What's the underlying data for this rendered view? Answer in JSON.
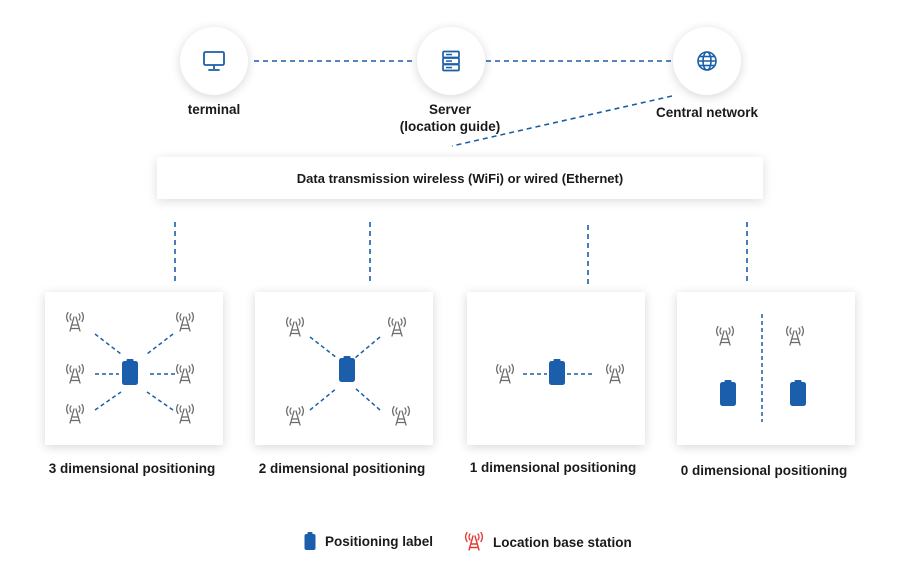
{
  "nodes": {
    "terminal": "terminal",
    "server_line1": "Server",
    "server_line2": "(location guide)",
    "central": "Central network"
  },
  "bar_text": "Data transmission wireless (WiFi) or wired (Ethernet)",
  "panels": [
    {
      "label": "3 dimensional positioning"
    },
    {
      "label": "2 dimensional positioning"
    },
    {
      "label": "1 dimensional positioning"
    },
    {
      "label": "0 dimensional positioning"
    }
  ],
  "legend": {
    "label_tag": "Positioning label",
    "base_station": "Location base station"
  },
  "colors": {
    "accent": "#1a5fa8",
    "tag": "#1b5eab",
    "antenna": "#6b6b6b",
    "antenna_legend": "#e53935"
  }
}
